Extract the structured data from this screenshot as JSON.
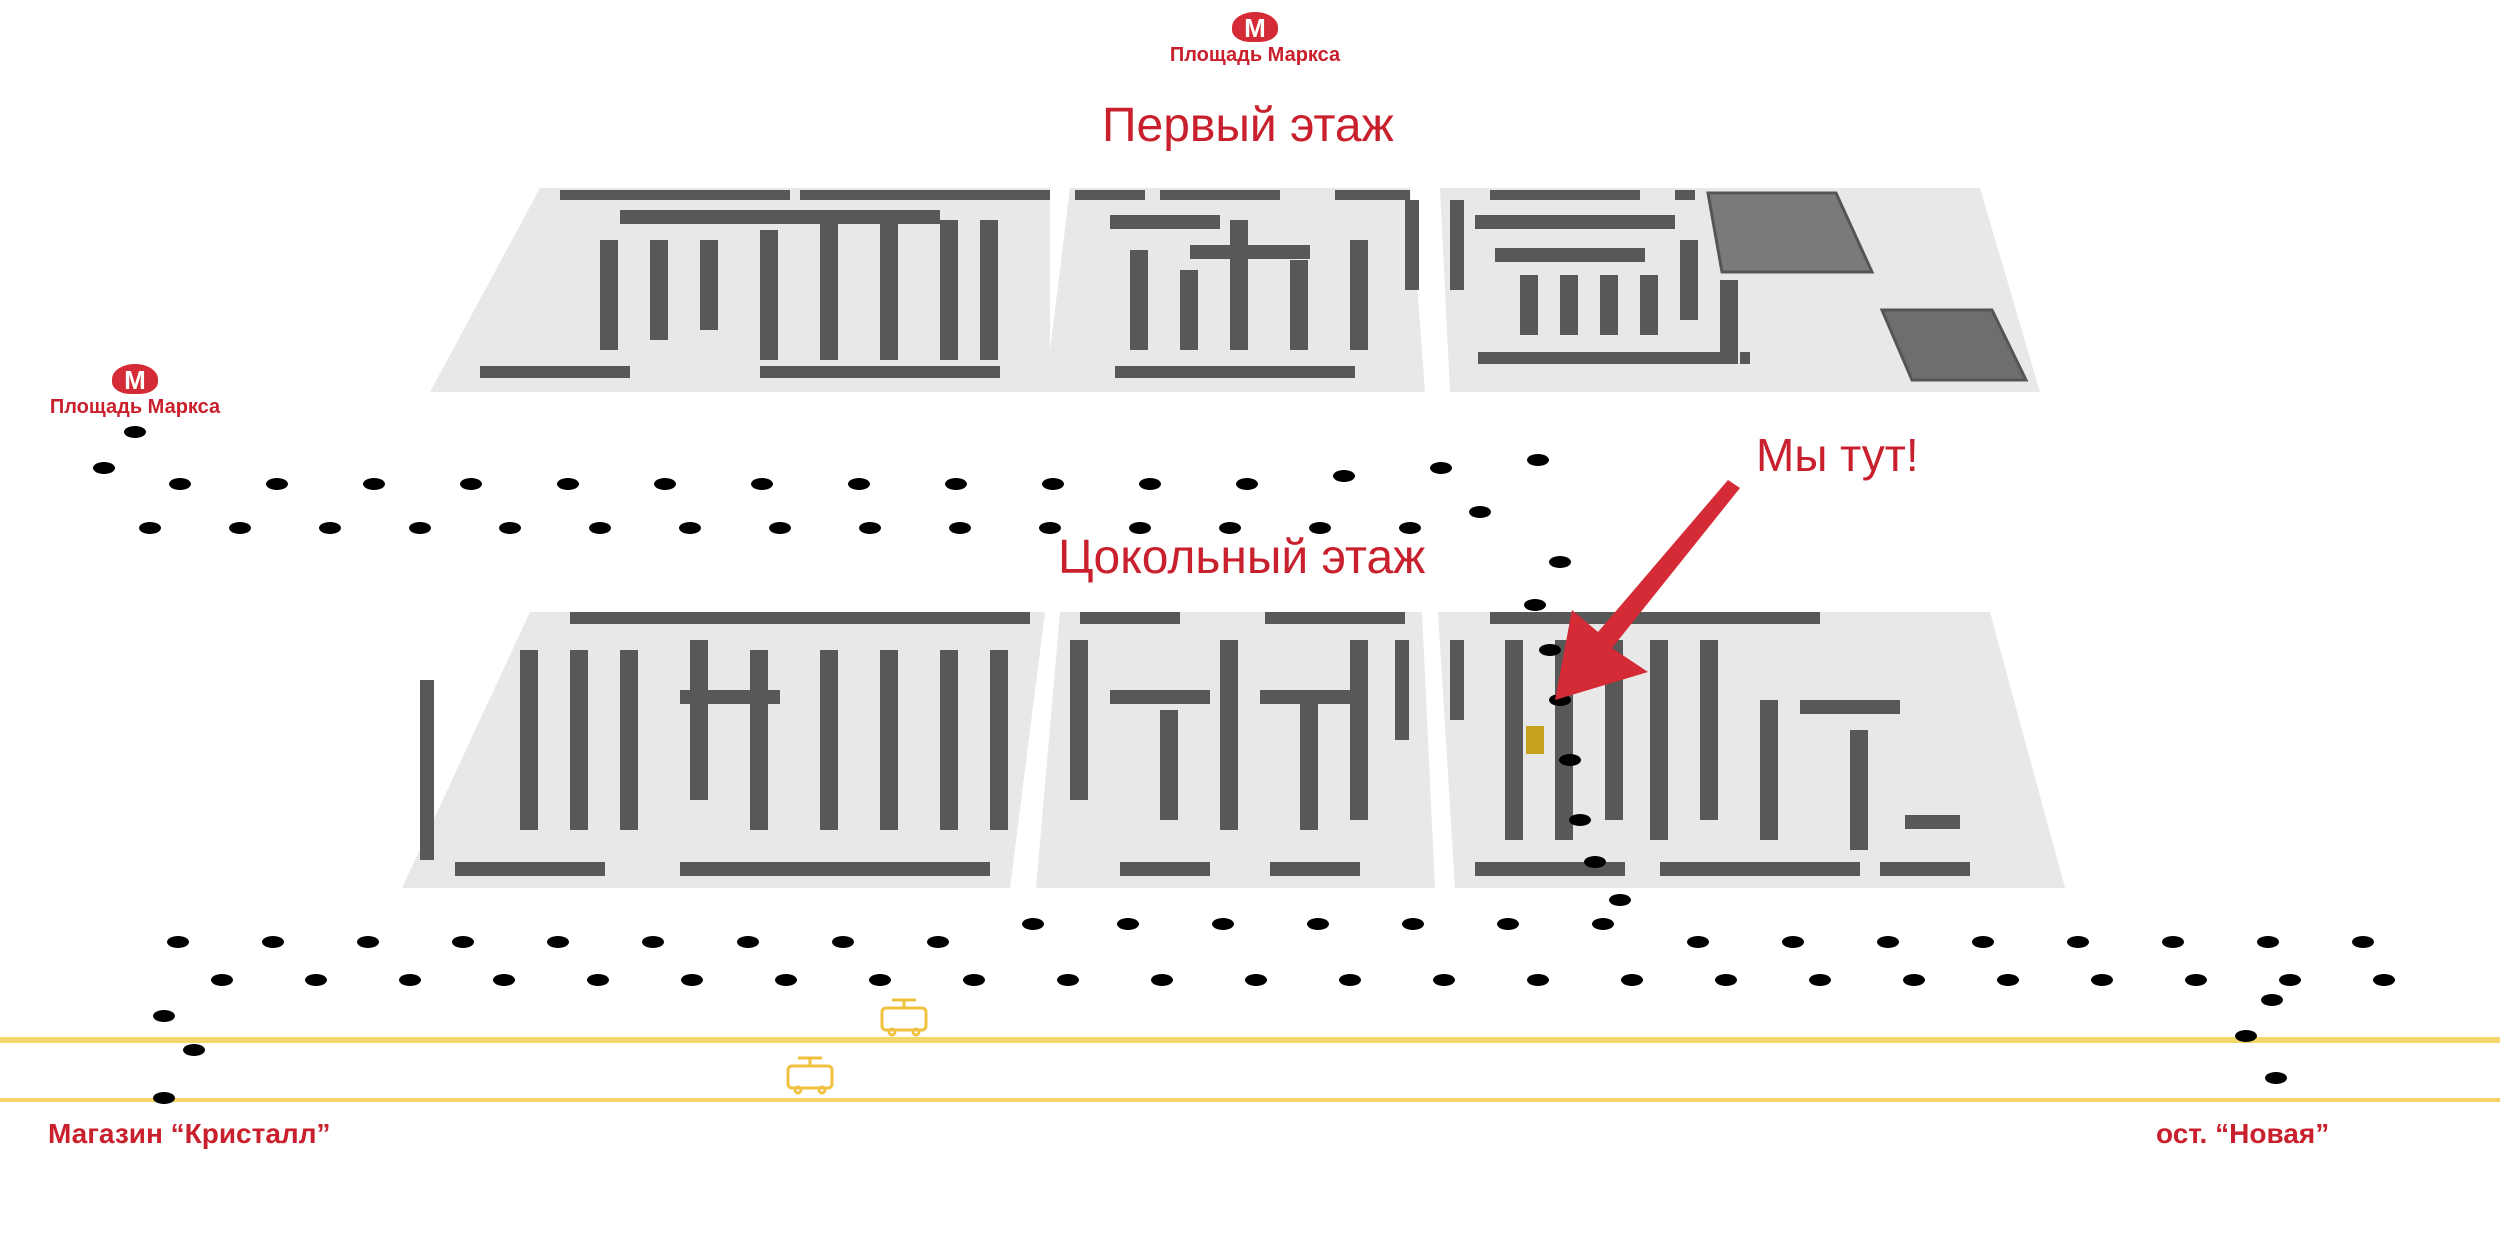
{
  "metro": {
    "name": "Площадь Маркса",
    "glyph": "М",
    "color": "#d52b36"
  },
  "floors": {
    "first": "Первый этаж",
    "basement": "Цокольный этаж"
  },
  "marker": {
    "label": "Мы тут!",
    "color": "#d52b36"
  },
  "places": {
    "left": "Магазин “Кристалл”",
    "right": "ост. “Новая”"
  },
  "colors": {
    "accent": "#c8202c",
    "floor_slab": "#e8e8e8",
    "stall": "#585858",
    "tram_line": "#f2d86a",
    "footprint": "#000000",
    "highlight_stall": "#c8a020"
  },
  "icons": [
    "metro-logo-icon",
    "tram-icon",
    "footprint-icon",
    "arrow-icon"
  ]
}
